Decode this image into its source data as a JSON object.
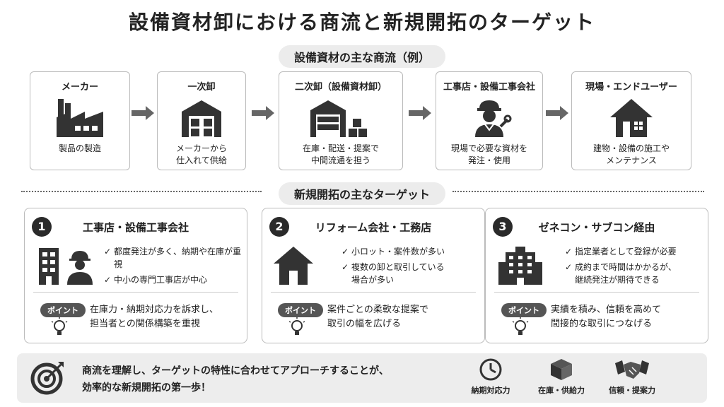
{
  "title": "設備資材卸における商流と新規開拓のターゲット",
  "flow_section": {
    "label": "設備資材の主な商流（例）",
    "items": [
      {
        "title": "メーカー",
        "icon": "factory-icon",
        "desc": [
          "製品の製造"
        ]
      },
      {
        "title": "一次卸",
        "icon": "warehouse-icon",
        "desc": [
          "メーカーから",
          "仕入れて供給"
        ]
      },
      {
        "title": "二次卸（設備資材卸）",
        "icon": "warehouse-boxes-icon",
        "desc": [
          "在庫・配送・提案で",
          "中間流通を担う"
        ]
      },
      {
        "title": "工事店・設備工事会社",
        "icon": "worker-wrench-icon",
        "desc": [
          "現場で必要な資材を",
          "発注・使用"
        ]
      },
      {
        "title": "現場・エンドユーザー",
        "icon": "house-icon",
        "desc": [
          "建物・設備の施工や",
          "メンテナンス"
        ]
      }
    ]
  },
  "target_section": {
    "label": "新規開拓の主なターゲット",
    "point_label": "ポイント",
    "items": [
      {
        "num": "1",
        "title": "工事店・設備工事会社",
        "icon": "building-worker-icon",
        "bullets": [
          "都度発注が多く、納期や在庫が重視",
          "中小の専門工事店が中心"
        ],
        "point": [
          "在庫力・納期対応力を訴求し、",
          "担当者との関係構築を重視"
        ]
      },
      {
        "num": "2",
        "title": "リフォーム会社・工務店",
        "icon": "house-icon",
        "bullets": [
          "小ロット・案件数が多い",
          "複数の卸と取引している",
          "場合が多い"
        ],
        "point": [
          "案件ごとの柔軟な提案で",
          "取引の幅を広げる"
        ]
      },
      {
        "num": "3",
        "title": "ゼネコン・サブコン経由",
        "icon": "office-building-icon",
        "bullets": [
          "指定業者として登録が必要",
          "成約まで時間はかかるが、",
          "継続発注が期待できる"
        ],
        "point": [
          "実績を積み、信頼を高めて",
          "間接的な取引につなげる"
        ]
      }
    ]
  },
  "bottom": {
    "text": [
      "商流を理解し、ターゲットの特性に合わせてアプローチすることが、",
      "効率的な新規開拓の第一歩！"
    ],
    "capabilities": [
      {
        "label": "納期対応力",
        "icon": "clock-icon"
      },
      {
        "label": "在庫・供給力",
        "icon": "box-icon"
      },
      {
        "label": "信頼・提案力",
        "icon": "handshake-icon"
      }
    ]
  }
}
